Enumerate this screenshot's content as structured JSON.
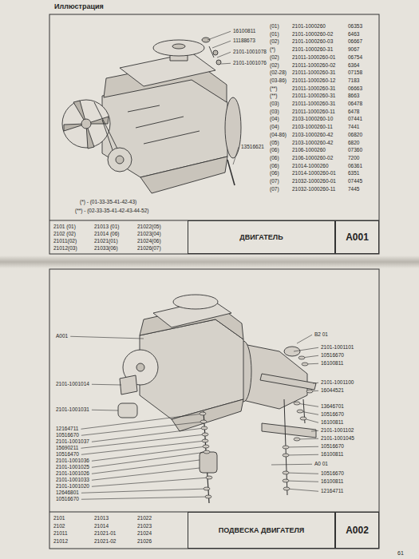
{
  "diagram": {
    "nodes": [
      {
        "text": [
          "ДВИГАТЕЛЬ"
        ]
      },
      {
        "text": [
          "A001"
        ]
      },
      {
        "text": [
          "ПОДВЕСКА ДВИГАТЕЛЯ"
        ]
      },
      {
        "text": [
          "A002"
        ]
      }
    ],
    "labels": [
      "Иллюстрация",
      "16100811",
      "11188673",
      "2101-1001078",
      "2101-1001076",
      "13516621",
      "(01)",
      "2101-1000260",
      "06353",
      "(01)",
      "2101-1000260-02",
      "6463",
      "(02)",
      "2101-1000260-03",
      "06667",
      "(*)",
      "2101-1000260-31",
      "9067",
      "(02)",
      "21011-1000260-01",
      "06754",
      "(02)",
      "21011-1000260-02",
      "6364",
      "(02-28)",
      "21011-1000260-31",
      "07158",
      "(03-86)",
      "21011-1000260-12",
      "7183",
      "(**)",
      "21011-1000260-31",
      "06663",
      "(**)",
      "21011-1000260-31",
      "8663",
      "(03)",
      "21011-1000260-31",
      "06478",
      "(03)",
      "21011-1000260-11",
      "6478",
      "(04)",
      "2103-1000260-10",
      "07441",
      "(04)",
      "2103-1000260-11",
      "7441",
      "(04-86)",
      "2103-1000260-42",
      "06820",
      "(05)",
      "2103-1000260-42",
      "6820",
      "(06)",
      "2106-1000260",
      "07360",
      "(06)",
      "2106-1000260-02",
      "7200",
      "(06)",
      "21014-1000260",
      "06361",
      "(06)",
      "21014-1000260-01",
      "6351",
      "(07)",
      "21032-1000260-01",
      "07445",
      "(07)",
      "21032-1000260-11",
      "7445",
      "(*) - (01-33-35-41-42-43)",
      "(**) - (02-33-35-41-42-43-44-52)",
      "2101 (01)",
      "21013 (01)",
      "21022(05)",
      "2102 (02)",
      "21014 (06)",
      "21023(04)",
      "21011(02)",
      "21021(01)",
      "21024(06)",
      "21012(03)",
      "21033(06)",
      "21026(07)",
      "A001",
      "2101-1001014",
      "2101-1001031",
      "12164711",
      "10516670",
      "2101-1001037",
      "15690211",
      "10516470",
      "2101-1001036",
      "2101-1001025",
      "2101-1001026",
      "2101-1001033",
      "2101-1001020",
      "12646801",
      "10516670",
      "B2 01",
      "2101-1001101",
      "10516670",
      "16100811",
      "2101-1001100",
      "16044521",
      "13646701",
      "10516670",
      "16100811",
      "2101-1001102",
      "2101-1001045",
      "10516670",
      "16100811",
      "A0 01",
      "10516670",
      "16100811",
      "12164711",
      "2101",
      "21013",
      "21022",
      "2102",
      "21014",
      "21023",
      "21011",
      "21021-01",
      "21024",
      "21012",
      "21021-02",
      "21026",
      "61"
    ]
  }
}
